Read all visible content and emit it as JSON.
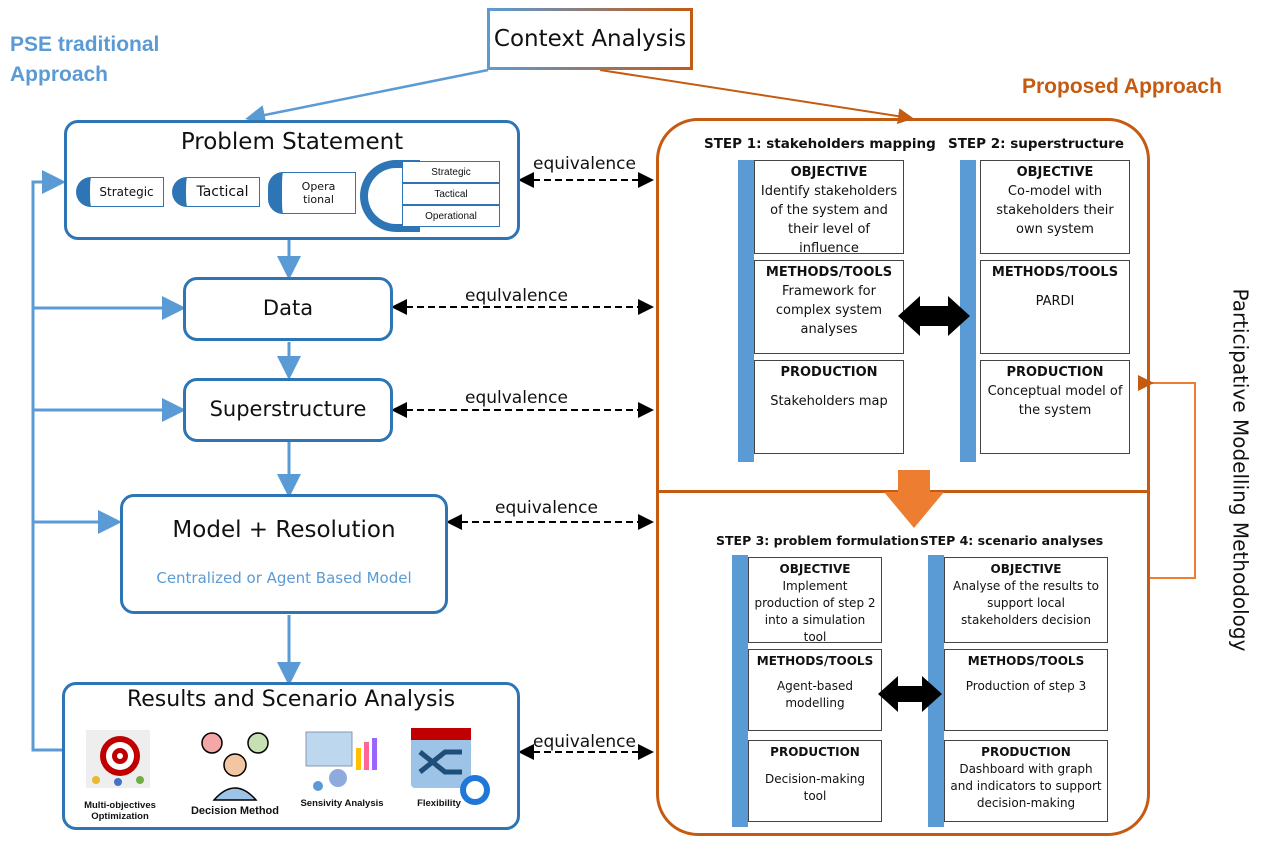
{
  "context": "Context Analysis",
  "left_title": [
    "PSE traditional",
    "Approach"
  ],
  "right_title": "Proposed Approach",
  "side_label": "Participative Modelling Methodology",
  "equiv_label": "equivalence",
  "equiv_label_alt": "equlvalence",
  "problem": {
    "title": "Problem Statement",
    "tabs": [
      "Strategic",
      "Tactical",
      "Opera",
      "tional"
    ],
    "levels": [
      "Strategic",
      "Tactical",
      "Operational"
    ]
  },
  "data_box": "Data",
  "superstructure": "Superstructure",
  "model": {
    "title": "Model + Resolution",
    "subtitle": "Centralized or Agent Based Model"
  },
  "results": {
    "title": "Results and Scenario Analysis",
    "items": [
      {
        "label_1": "Multi-objectives",
        "label_2": "Optimization",
        "icon": "target-icon"
      },
      {
        "label_1": "Decision Method",
        "label_2": "",
        "icon": "decision-person-icon"
      },
      {
        "label_1": "Sensivity Analysis",
        "label_2": "",
        "icon": "sensitivity-chart-icon"
      },
      {
        "label_1": "Flexibility",
        "label_2": "",
        "icon": "calendar-shuffle-icon"
      }
    ]
  },
  "steps": {
    "s1": {
      "title": "STEP 1: stakeholders mapping",
      "objective": {
        "h": "OBJECTIVE",
        "b": "Identify stakeholders of the system and their level of influence"
      },
      "methods": {
        "h": "METHODS/TOOLS",
        "b": "Framework for complex system analyses"
      },
      "production": {
        "h": "PRODUCTION",
        "b": "Stakeholders map"
      }
    },
    "s2": {
      "title": "STEP 2: superstructure",
      "objective": {
        "h": "OBJECTIVE",
        "b": "Co-model with stakeholders their own system"
      },
      "methods": {
        "h": "METHODS/TOOLS",
        "b": "PARDI"
      },
      "production": {
        "h": "PRODUCTION",
        "b": "Conceptual model of the system"
      }
    },
    "s3": {
      "title": "STEP 3: problem formulation",
      "objective": {
        "h": "OBJECTIVE",
        "b": "Implement production of step 2 into a simulation tool"
      },
      "methods": {
        "h": "METHODS/TOOLS",
        "b": "Agent-based modelling"
      },
      "production": {
        "h": "PRODUCTION",
        "b": "Decision-making tool"
      }
    },
    "s4": {
      "title": "STEP 4: scenario analyses",
      "objective": {
        "h": "OBJECTIVE",
        "b": "Analyse of the results to support local stakeholders decision"
      },
      "methods": {
        "h": "METHODS/TOOLS",
        "b": "Production of step 3"
      },
      "production": {
        "h": "PRODUCTION",
        "b": "Dashboard with graph and indicators to support decision-making"
      }
    }
  },
  "colors": {
    "blue": "#2e75b6",
    "light_blue": "#5b9bd5",
    "orange": "#c55a11",
    "arrow_orange": "#ed7d31"
  }
}
